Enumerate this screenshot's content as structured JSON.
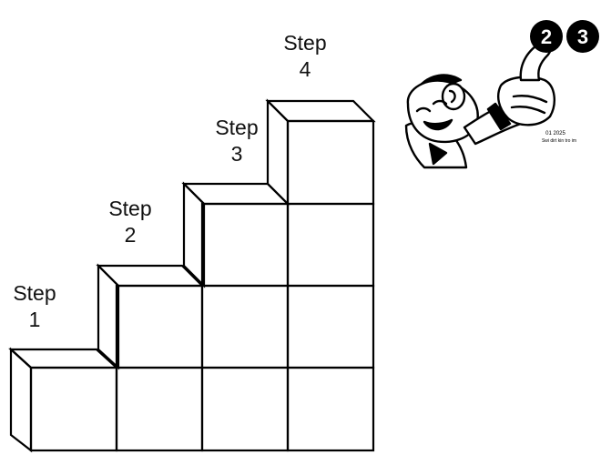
{
  "steps": [
    {
      "word": "Step",
      "number": "1",
      "height_in_blocks": 1
    },
    {
      "word": "Step",
      "number": "2",
      "height_in_blocks": 2
    },
    {
      "word": "Step",
      "number": "3",
      "height_in_blocks": 3
    },
    {
      "word": "Step",
      "number": "4",
      "height_in_blocks": 4
    }
  ],
  "mascot": {
    "badges": [
      "2",
      "3"
    ],
    "caption_line_1": "01 2025",
    "caption_line_2": "Swi dirt kin tro im"
  },
  "colors": {
    "ink": "#000000",
    "paper": "#ffffff"
  }
}
